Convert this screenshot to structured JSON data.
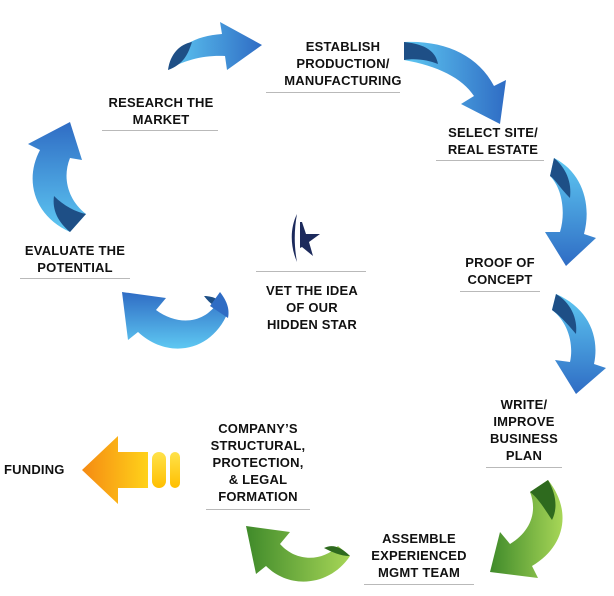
{
  "steps": {
    "establish": "ESTABLISH\nPRODUCTION/\nMANUFACTURING",
    "select_site": "SELECT SITE/\nREAL ESTATE",
    "proof": "PROOF OF\nCONCEPT",
    "write": "WRITE/\nIMPROVE\nBUSINESS\nPLAN",
    "assemble": "ASSEMBLE\nEXPERIENCED\nMGMT TEAM",
    "company": "COMPANY’S\nSTRUCTURAL,\nPROTECTION,\n& LEGAL\nFORMATION",
    "research": "RESEARCH THE\nMARKET",
    "evaluate": "EVALUATE THE\nPOTENTIAL"
  },
  "center": {
    "text": "VET THE IDEA\nOF OUR\nHIDDEN STAR",
    "icon": "star-logo-icon"
  },
  "funding": {
    "text": "FUNDING",
    "icon": "orange-arrow-left-icon"
  },
  "colors": {
    "blue_light": "#5ec8f2",
    "blue_dark": "#2f6cc4",
    "blue_fold": "#1e4f86",
    "green_light": "#a7d657",
    "green_dark": "#3f8a2a",
    "green_fold": "#2e6a1e",
    "orange_light": "#ffd21a",
    "orange_dark": "#f58a12",
    "star_navy": "#1c2a5c",
    "rule_grey": "#b9b9b9"
  }
}
